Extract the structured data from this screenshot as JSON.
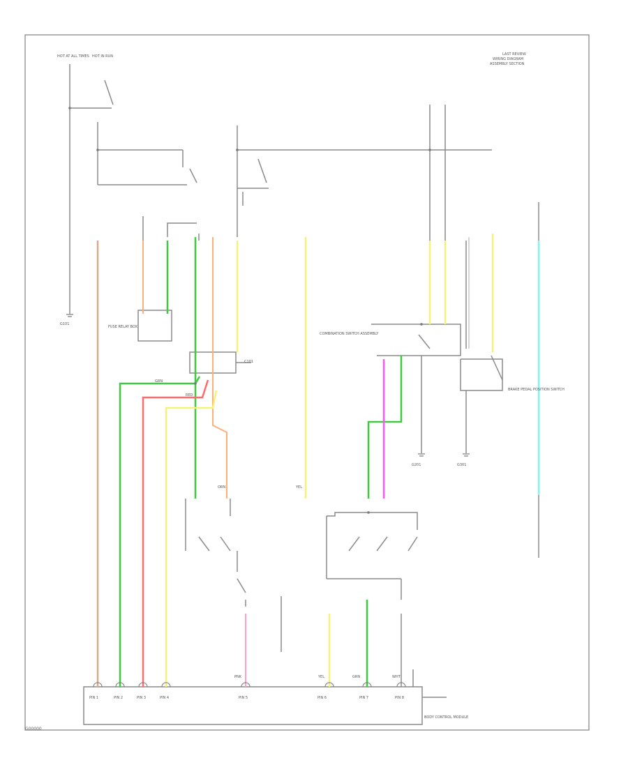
{
  "diagram": {
    "title_lines": [
      "LAST REVIEW",
      "WIRING DIAGRAM",
      "ASSEMBLY SECTION"
    ],
    "figure_code": "G00000"
  },
  "labels": {
    "hot_at_all_times": "HOT AT ALL TIMES",
    "hot_in_run": "HOT IN RUN",
    "fuse_relay_box": "FUSE RELAY BOX",
    "combination_switch": "COMBINATION SWITCH ASSEMBLY",
    "brake_switch": "BRAKE PEDAL POSITION SWITCH",
    "ground_left": "G101",
    "ground_mid": "G201",
    "ground_right": "G301",
    "connector_top": "C101",
    "control_unit": "BODY CONTROL MODULE",
    "pin_labels": [
      "GRN",
      "ORN",
      "RED",
      "YEL",
      "PNK",
      "YEL",
      "GRN",
      "WHT"
    ],
    "module_pins": [
      "PIN 1",
      "PIN 2",
      "PIN 3",
      "PIN 4",
      "PIN 5",
      "PIN 6",
      "PIN 7",
      "PIN 8"
    ]
  },
  "colors": {
    "tan": "#d9a98a",
    "orange": "#ffb07a",
    "green": "#3ec93e",
    "yellow": "#f3f37a",
    "red": "#ff6a6a",
    "pink": "#ff9fd0",
    "magenta": "#ff55ff",
    "cyan": "#7ff5f5",
    "gray": "#8a8a8a"
  }
}
